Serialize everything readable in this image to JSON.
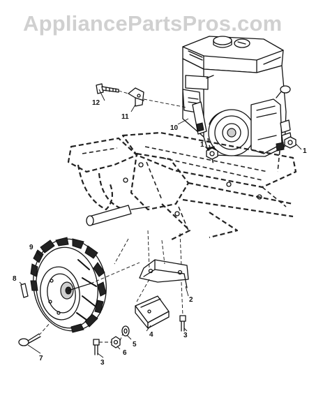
{
  "watermark": "AppliancePartsPros.com",
  "callouts": {
    "c1": "1",
    "c1b": "1",
    "c2": "2",
    "c3a": "3",
    "c3b": "3",
    "c4": "4",
    "c5": "5",
    "c6": "6",
    "c7": "7",
    "c8": "8",
    "c9": "9",
    "c10": "10",
    "c11": "11",
    "c12": "12"
  }
}
